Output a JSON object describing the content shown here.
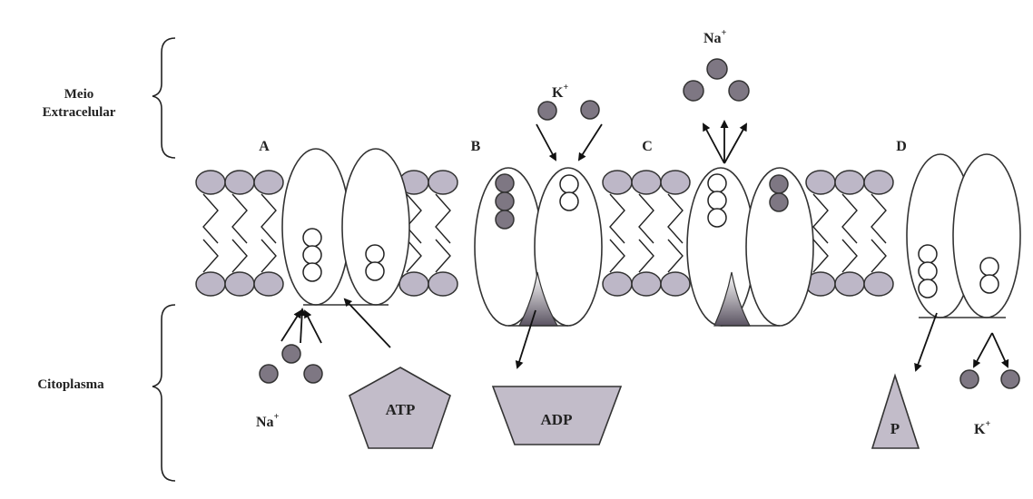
{
  "regions": {
    "extracellular_line1": "Meio",
    "extracellular_line2": "Extracelular",
    "cytoplasm": "Citoplasma"
  },
  "steps": {
    "a": "A",
    "b": "B",
    "c": "C",
    "d": "D"
  },
  "ions": {
    "k_top": "K",
    "k_top_charge": "+",
    "na_top": "Na",
    "na_top_charge": "+",
    "na_bottom": "Na",
    "na_bottom_charge": "+",
    "k_bottom": "K",
    "k_bottom_charge": "+"
  },
  "molecules": {
    "atp": "ATP",
    "adp": "ADP",
    "phosphate": "P"
  },
  "colors": {
    "lipid_head": "#bdb7c7",
    "ion": "#7e7783",
    "molecule": "#c2bcc9",
    "phosphorylation": "#5b5462"
  }
}
